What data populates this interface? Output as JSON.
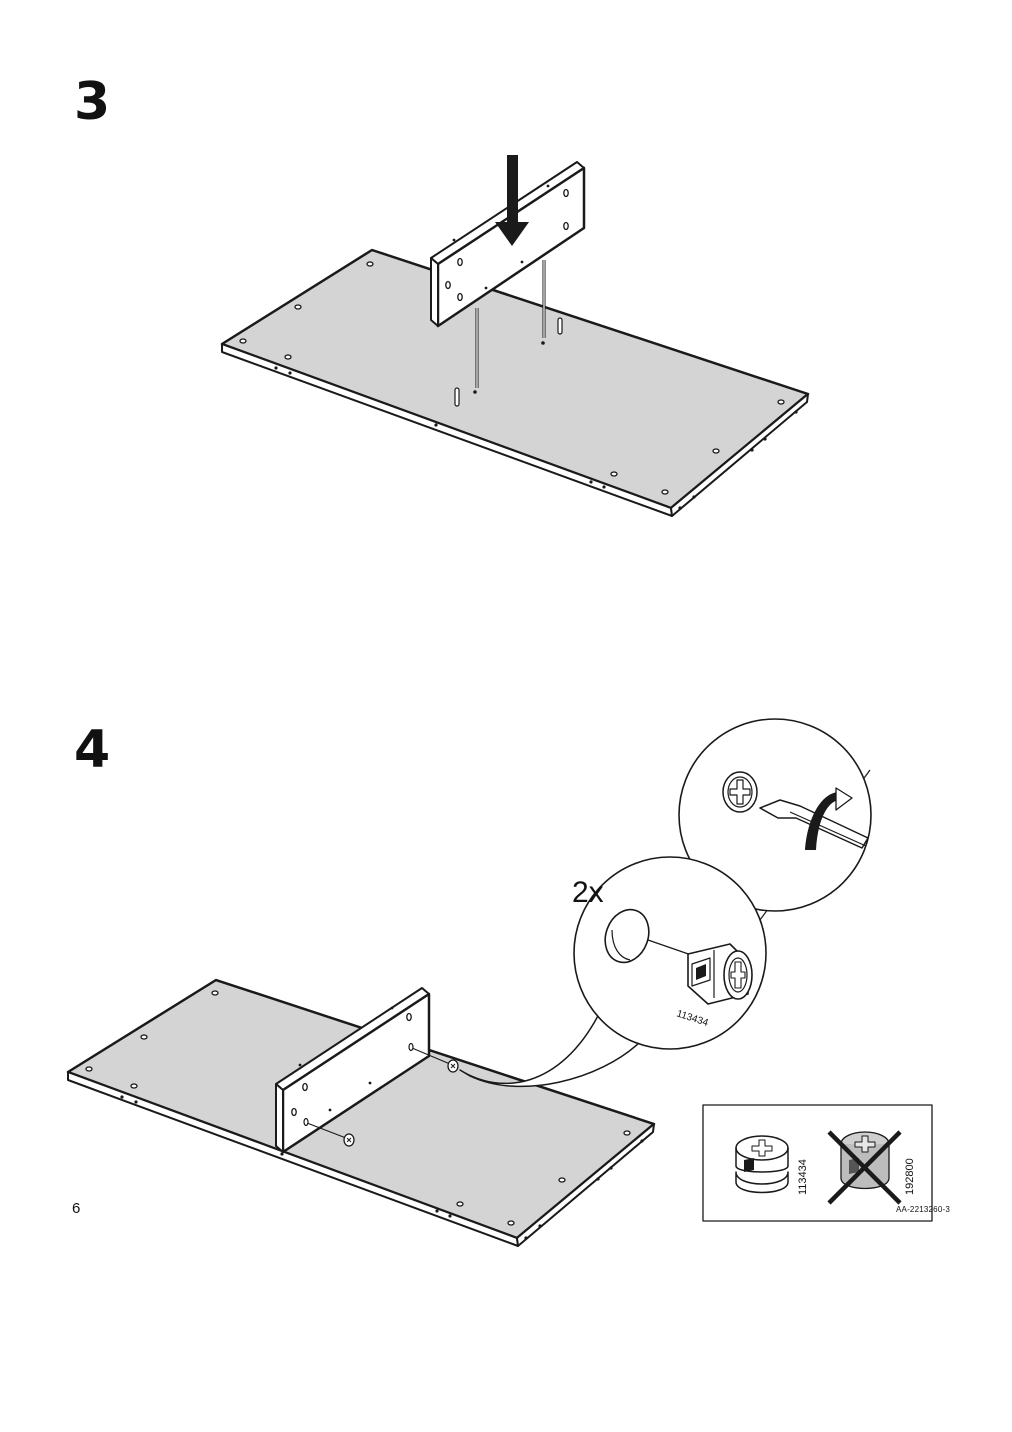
{
  "steps": [
    {
      "number": "3"
    },
    {
      "number": "4",
      "quantity": "2x",
      "part_number": "113434"
    }
  ],
  "comparison": {
    "correct_part": "113434",
    "wrong_part": "192800"
  },
  "footer": {
    "page_number": "6",
    "doc_code": "AA-2213260-3"
  },
  "colors": {
    "panel": "#d4d4d4",
    "line": "#1a1a1a",
    "background": "#ffffff"
  }
}
